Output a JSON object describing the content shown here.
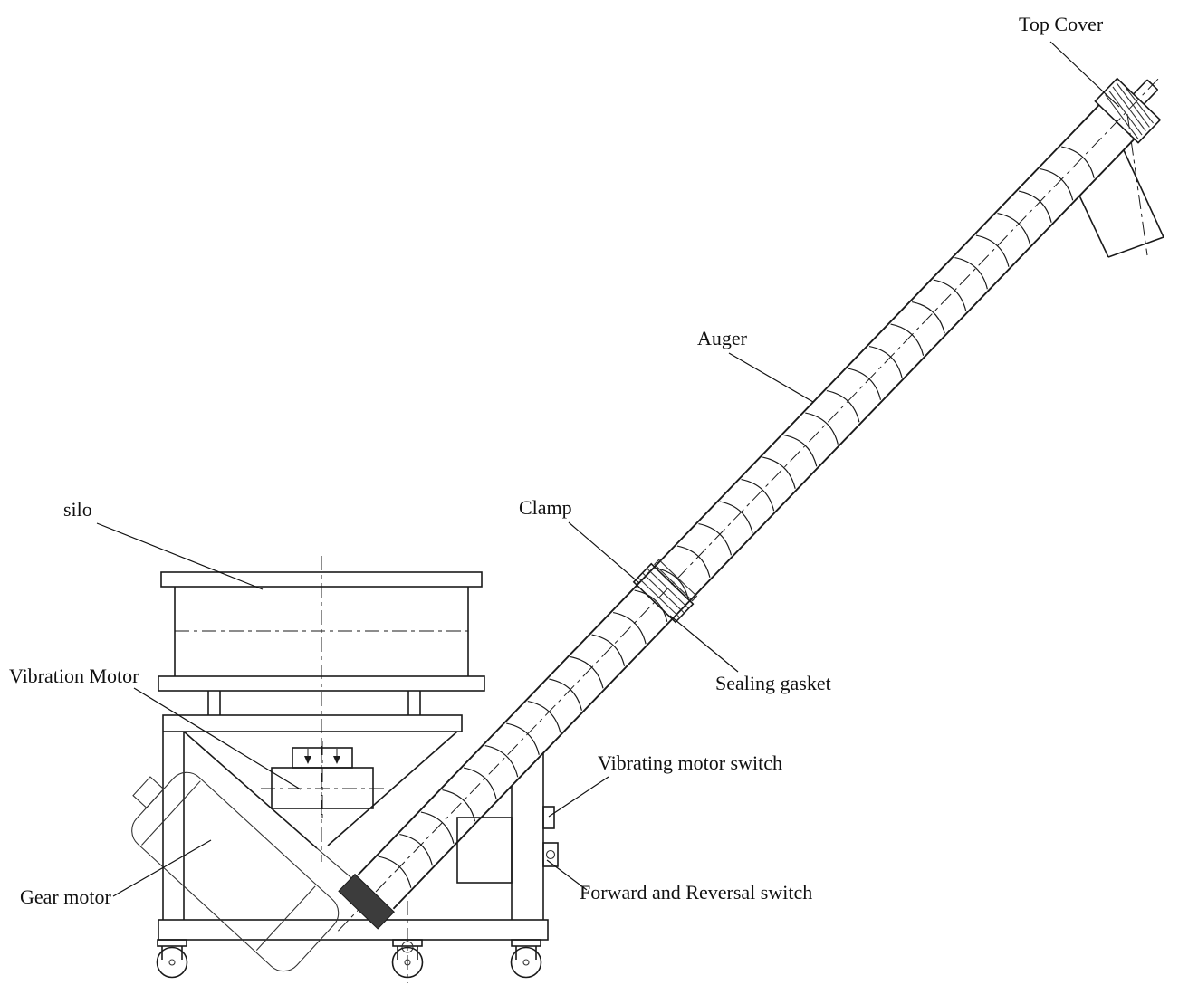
{
  "labels": {
    "top_cover": "Top Cover",
    "auger": "Auger",
    "clamp": "Clamp",
    "sealing_gasket": "Sealing gasket",
    "silo": "silo",
    "vibration_motor": "Vibration Motor",
    "gear_motor": "Gear motor",
    "vibrating_motor_switch": "Vibrating motor switch",
    "forward_reversal_switch": "Forward and Reversal switch"
  },
  "colors": {
    "line": "#1a1a1a",
    "background": "#ffffff"
  }
}
